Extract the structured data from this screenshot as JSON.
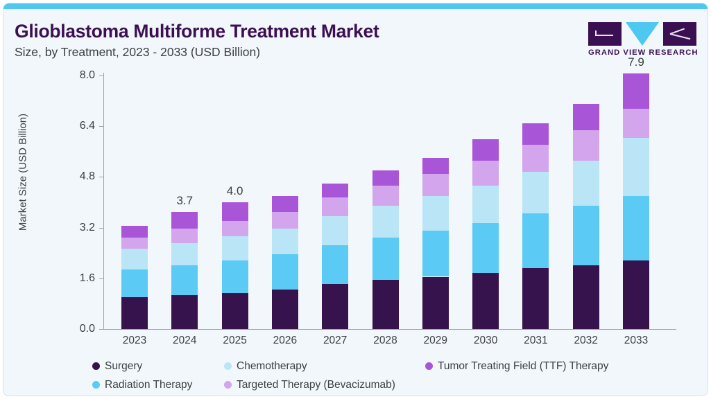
{
  "header": {
    "title": "Glioblastoma Multiforme Treatment Market",
    "subtitle": "Size, by Treatment, 2023 - 2033 (USD Billion)",
    "brand_text": "GRAND VIEW RESEARCH",
    "title_color": "#3b1053",
    "accent_color": "#4ec8f0"
  },
  "chart_data": {
    "type": "bar",
    "stacked": true,
    "title": "Glioblastoma Multiforme Treatment Market",
    "subtitle": "Size, by Treatment, 2023 - 2033 (USD Billion)",
    "xlabel": "",
    "ylabel": "Market Size (USD Billion)",
    "ylim": [
      0.0,
      8.0
    ],
    "yticks": [
      "0.0",
      "1.6",
      "3.2",
      "4.8",
      "6.4",
      "8.0"
    ],
    "ytick_values": [
      0.0,
      1.6,
      3.2,
      4.8,
      6.4,
      8.0
    ],
    "grid": false,
    "legend_position": "bottom",
    "categories": [
      "2023",
      "2024",
      "2025",
      "2026",
      "2027",
      "2028",
      "2029",
      "2030",
      "2031",
      "2032",
      "2033"
    ],
    "series": [
      {
        "name": "Surgery",
        "color": "#36134d",
        "values": [
          1.0,
          1.07,
          1.14,
          1.24,
          1.43,
          1.55,
          1.65,
          1.76,
          1.93,
          2.02,
          2.16
        ]
      },
      {
        "name": "Radiation Therapy",
        "color": "#5bcbf5",
        "values": [
          0.88,
          0.95,
          1.03,
          1.11,
          1.22,
          1.34,
          1.45,
          1.58,
          1.73,
          1.87,
          2.03
        ]
      },
      {
        "name": "Chemotherapy",
        "color": "#b9e5f7",
        "values": [
          0.65,
          0.7,
          0.76,
          0.83,
          0.92,
          1.0,
          1.1,
          1.19,
          1.3,
          1.42,
          1.84
        ]
      },
      {
        "name": "Targeted Therapy (Bevacizumab)",
        "color": "#d3a5ec",
        "values": [
          0.36,
          0.46,
          0.48,
          0.52,
          0.58,
          0.63,
          0.69,
          0.78,
          0.85,
          0.96,
          0.92
        ]
      },
      {
        "name": "Tumor Treating Field (TTF) Therapy",
        "color": "#a855d8",
        "values": [
          0.36,
          0.52,
          0.59,
          0.5,
          0.45,
          0.48,
          0.51,
          0.69,
          0.69,
          0.83,
          1.12
        ]
      }
    ],
    "totals": [
      3.25,
      3.7,
      4.0,
      4.2,
      4.6,
      5.0,
      5.4,
      6.0,
      6.5,
      7.1,
      7.9
    ],
    "bar_labels": [
      {
        "category": "2024",
        "text": "3.7"
      },
      {
        "category": "2025",
        "text": "4.0"
      },
      {
        "category": "2033",
        "text": "7.9"
      }
    ],
    "legend": [
      {
        "label": "Surgery",
        "color": "#36134d"
      },
      {
        "label": "Chemotherapy",
        "color": "#b9e5f7"
      },
      {
        "label": "Tumor Treating Field (TTF) Therapy",
        "color": "#a855d8"
      },
      {
        "label": "Radiation Therapy",
        "color": "#5bcbf5"
      },
      {
        "label": "Targeted Therapy (Bevacizumab)",
        "color": "#d3a5ec"
      }
    ]
  }
}
